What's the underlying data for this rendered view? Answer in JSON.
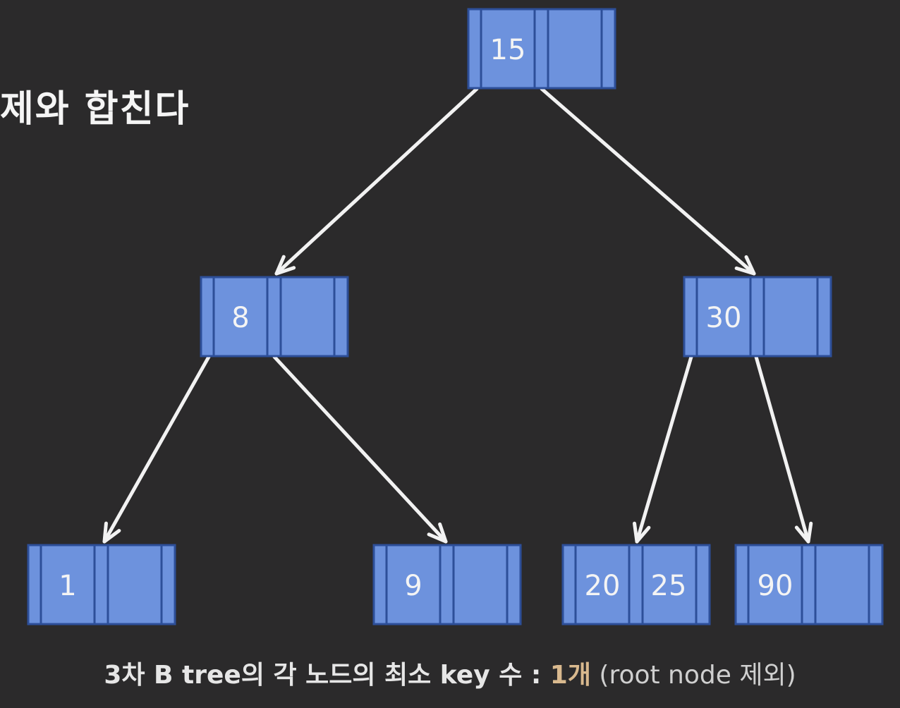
{
  "heading": "제와 합친다",
  "colors": {
    "background": "#2b2a2b",
    "node_fill": "#6d92dd",
    "node_border": "#2d4f99",
    "edge": "#f2f2f2",
    "highlight": "#d9b98e"
  },
  "tree": {
    "order": 3,
    "nodes": [
      {
        "id": "n15",
        "keys": [
          "15",
          ""
        ]
      },
      {
        "id": "n8",
        "keys": [
          "8",
          ""
        ]
      },
      {
        "id": "n30",
        "keys": [
          "30",
          ""
        ]
      },
      {
        "id": "n1",
        "keys": [
          "1",
          ""
        ]
      },
      {
        "id": "n9",
        "keys": [
          "9",
          ""
        ]
      },
      {
        "id": "n20-25",
        "keys": [
          "20",
          "25"
        ]
      },
      {
        "id": "n90",
        "keys": [
          "90",
          ""
        ]
      }
    ],
    "edges": [
      {
        "from": "n15",
        "to": "n8"
      },
      {
        "from": "n15",
        "to": "n30"
      },
      {
        "from": "n8",
        "to": "n1"
      },
      {
        "from": "n8",
        "to": "n9"
      },
      {
        "from": "n30",
        "to": "n20-25"
      },
      {
        "from": "n30",
        "to": "n90"
      }
    ]
  },
  "footer": {
    "main": "3차 B tree의 각 노드의 최소 key 수 : ",
    "value": "1개",
    "note": " (root node 제외)"
  }
}
